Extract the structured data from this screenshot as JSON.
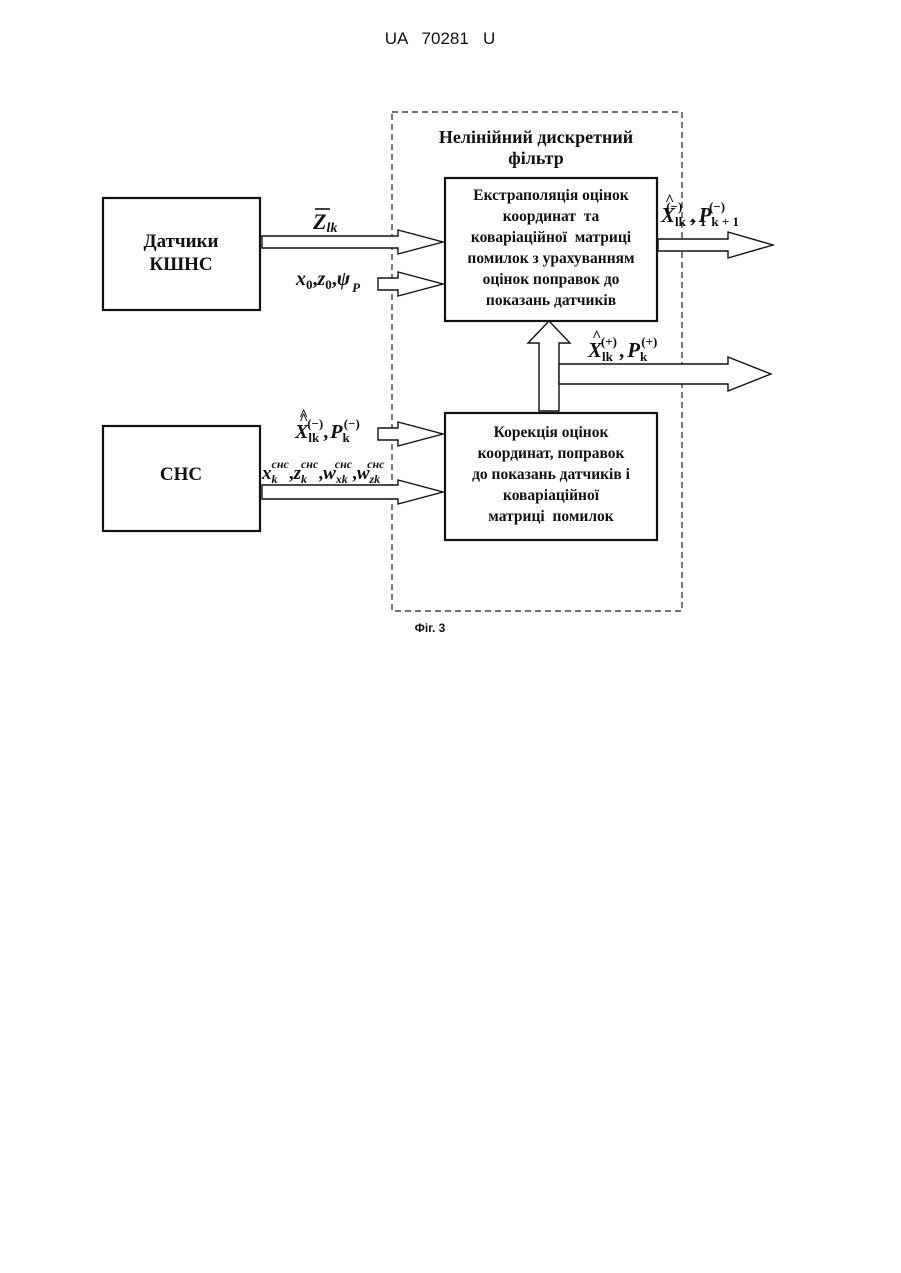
{
  "header": {
    "patent_number": "UA   70281   U"
  },
  "filter": {
    "title_line1": "Нелінійний дискретний",
    "title_line2": "фільтр"
  },
  "blocks": {
    "sensors": {
      "line1": "Датчики",
      "line2": "КШНС"
    },
    "sns": {
      "label": "СНС"
    },
    "extrapolation": {
      "lines": [
        "Екстраполяція оцінок",
        "координат  та",
        "коваріаційної  матриці",
        "помилок з урахуванням",
        "оцінок поправок до",
        "показань датчиків"
      ]
    },
    "correction": {
      "lines": [
        "Корекція оцінок",
        "координат, поправок",
        "до показань датчиків і",
        "коваріаційної",
        "матриці  помилок"
      ]
    }
  },
  "signals": {
    "z_lk": {
      "sym": "Z",
      "sub": "lk"
    },
    "initial": {
      "x": "x",
      "x_sub": "0",
      "z": "z",
      "z_sub": "0",
      "psi": "ψ",
      "psi_sub": "P"
    },
    "x_minus": {
      "sym": "X",
      "sub": "lk",
      "sup": "(−)",
      "p": "P",
      "p_sub": "k",
      "p_sup": "(−)"
    },
    "x_plus": {
      "sym": "X",
      "sub": "lk",
      "sup": "(+)",
      "p": "P",
      "p_sub": "k",
      "p_sup": "(+)"
    },
    "x_next": {
      "sym": "X",
      "sub": "lk + 1",
      "sup": "(−)",
      "p": "P",
      "p_sub": "k + 1",
      "p_sup": "(−)"
    },
    "sns_out": {
      "x": "x",
      "x_sub": "k",
      "x_sup": "снс",
      "z": "z",
      "z_sub": "k",
      "z_sup": "снс",
      "wx": "w",
      "wx_sub": "xk",
      "wx_sup": "снс",
      "wz": "w",
      "wz_sub": "zk",
      "wz_sup": "снс"
    },
    "comma": ","
  },
  "caption": "Фіг. 3"
}
